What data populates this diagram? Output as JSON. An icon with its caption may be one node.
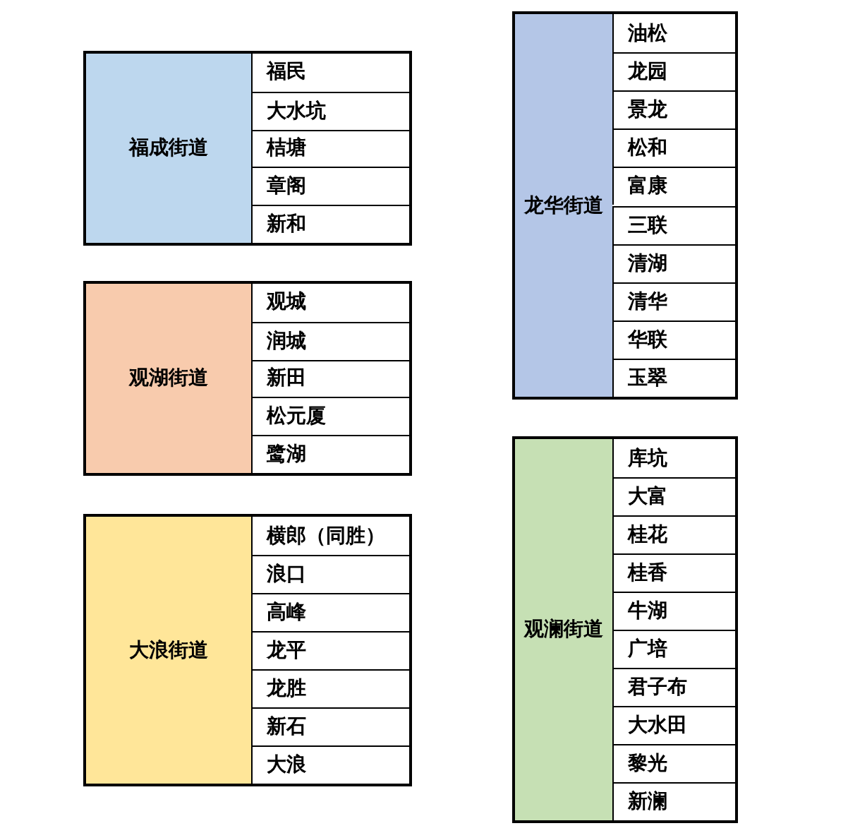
{
  "diagram": {
    "nodes": [
      {
        "text": [
          "福成街道"
        ]
      },
      {
        "text": [
          "福民"
        ],
        "in": 0
      },
      {
        "text": [
          "大水坑"
        ],
        "in": 0
      },
      {
        "text": [
          "桔塘"
        ],
        "in": 0
      },
      {
        "text": [
          "章阁"
        ],
        "in": 0
      },
      {
        "text": [
          "新和"
        ],
        "in": 0
      },
      {
        "text": [
          "观湖街道"
        ]
      },
      {
        "text": [
          "观城"
        ],
        "in": 6
      },
      {
        "text": [
          "润城"
        ],
        "in": 6
      },
      {
        "text": [
          "新田"
        ],
        "in": 6
      },
      {
        "text": [
          "松元厦"
        ],
        "in": 6
      },
      {
        "text": [
          "鹭湖"
        ],
        "in": 6
      },
      {
        "text": [
          "大浪街道"
        ]
      },
      {
        "text": [
          "横郎（同胜）"
        ],
        "in": 12
      },
      {
        "text": [
          "浪口"
        ],
        "in": 12
      },
      {
        "text": [
          "高峰"
        ],
        "in": 12
      },
      {
        "text": [
          "龙平"
        ],
        "in": 12
      },
      {
        "text": [
          "龙胜"
        ],
        "in": 12
      },
      {
        "text": [
          "新石"
        ],
        "in": 12
      },
      {
        "text": [
          "大浪"
        ],
        "in": 12
      },
      {
        "text": [
          "龙华街道"
        ]
      },
      {
        "text": [
          "油松"
        ],
        "in": 20
      },
      {
        "text": [
          "龙园"
        ],
        "in": 20
      },
      {
        "text": [
          "景龙"
        ],
        "in": 20
      },
      {
        "text": [
          "松和"
        ],
        "in": 20
      },
      {
        "text": [
          "富康"
        ],
        "in": 20
      },
      {
        "text": [
          "三联"
        ],
        "in": 20
      },
      {
        "text": [
          "清湖"
        ],
        "in": 20
      },
      {
        "text": [
          "清华"
        ],
        "in": 20
      },
      {
        "text": [
          "华联"
        ],
        "in": 20
      },
      {
        "text": [
          "玉翠"
        ],
        "in": 20
      },
      {
        "text": [
          "观澜街道"
        ]
      },
      {
        "text": [
          "库坑"
        ],
        "in": 31
      },
      {
        "text": [
          "大富"
        ],
        "in": 31
      },
      {
        "text": [
          "桂花"
        ],
        "in": 31
      },
      {
        "text": [
          "桂香"
        ],
        "in": 31
      },
      {
        "text": [
          "牛湖"
        ],
        "in": 31
      },
      {
        "text": [
          "广培"
        ],
        "in": 31
      },
      {
        "text": [
          "君子布"
        ],
        "in": 31
      },
      {
        "text": [
          "大水田"
        ],
        "in": 31
      },
      {
        "text": [
          "黎光"
        ],
        "in": 31
      },
      {
        "text": [
          "新澜"
        ],
        "in": 31
      }
    ]
  }
}
